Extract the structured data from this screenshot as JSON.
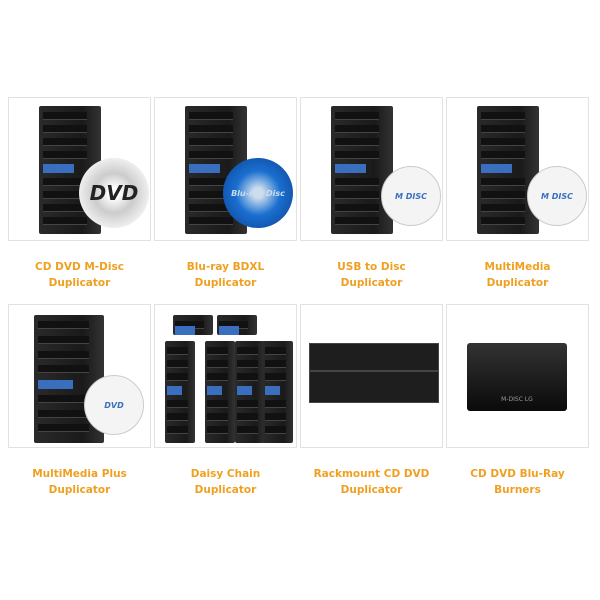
{
  "products": [
    {
      "label": "CD DVD M-Disc Duplicator",
      "line1": "CD DVD M-Disc",
      "line2": "Duplicator",
      "badge": "DVD"
    },
    {
      "label": "Blu-ray BDXL Duplicator",
      "line1": "Blu-ray BDXL",
      "line2": "Duplicator",
      "badge": "Blu-ray Disc"
    },
    {
      "label": "USB to Disc Duplicator",
      "line1": "USB to Disc",
      "line2": "Duplicator",
      "badge": "M DISC"
    },
    {
      "label": "MultiMedia Duplicator",
      "line1": "MultiMedia",
      "line2": "Duplicator",
      "badge": "M DISC"
    },
    {
      "label": "MultiMedia Plus Duplicator",
      "line1": "MultiMedia Plus",
      "line2": "Duplicator",
      "badge": "DVD"
    },
    {
      "label": "Daisy Chain Duplicator",
      "line1": "Daisy Chain",
      "line2": "Duplicator"
    },
    {
      "label": "Rackmount CD DVD Duplicator",
      "line1": "Rackmount CD DVD",
      "line2": "Duplicator"
    },
    {
      "label": "CD DVD Blu-Ray Burners",
      "line1": "CD DVD Blu-Ray",
      "line2": "Burners",
      "badge": "M-DISC  LG"
    }
  ],
  "colors": {
    "label": "#f0a020",
    "border": "#e2e2e2"
  }
}
